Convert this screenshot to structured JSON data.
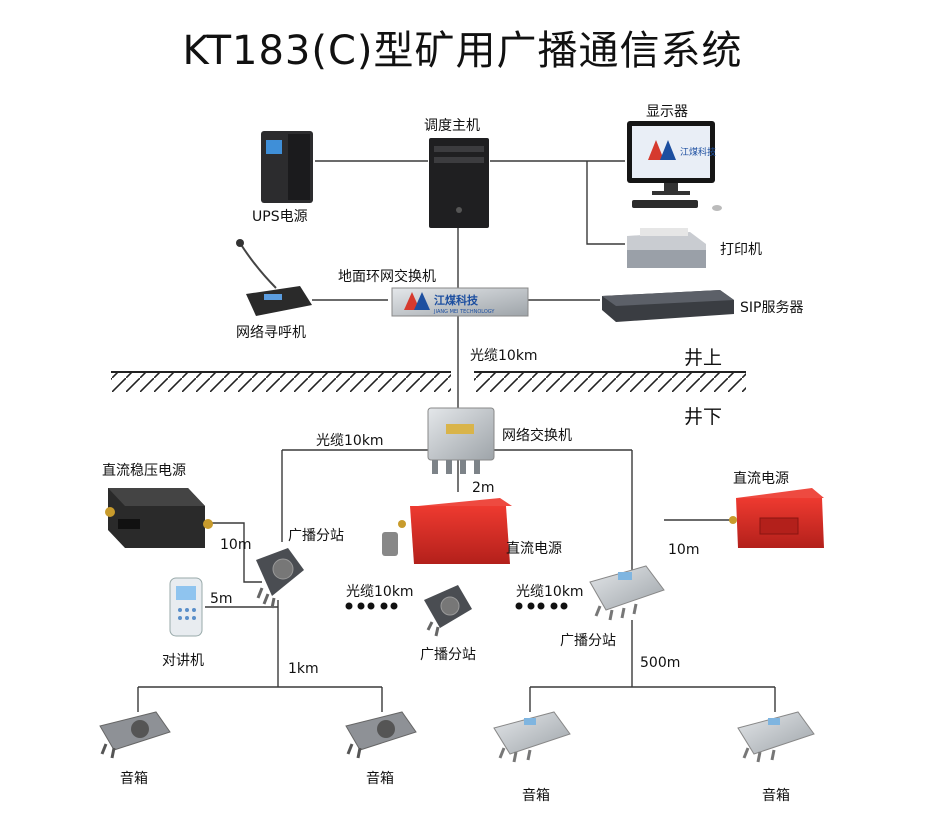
{
  "title": "KT183(C)型矿用广播通信系统",
  "surface": {
    "dispatch_host": "调度主机",
    "ups": "UPS电源",
    "monitor": "显示器",
    "printer": "打印机",
    "ring_switch": "地面环网交换机",
    "paging": "网络寻呼机",
    "sip_server": "SIP服务器",
    "brand_mark": "江煤科技",
    "brand_sub": "JIANG MEI TECHNOLOGY"
  },
  "divider": {
    "above": "井上",
    "below": "井下",
    "trunk_cable": "光缆10km"
  },
  "underground": {
    "net_switch": "网络交换机",
    "left_cable": "光缆10km",
    "cable_2m": "2m",
    "dc_regulated": "直流稳压电源",
    "len_10m_left": "10m",
    "station_left": "广播分站",
    "intercom": "对讲机",
    "len_5m": "5m",
    "len_1km": "1km",
    "dc_center": "直流电源",
    "cable_mid_a": "光缆10km",
    "cable_mid_b": "光缆10km",
    "station_center": "广播分站",
    "dc_right": "直流电源",
    "len_10m_right": "10m",
    "station_right": "广播分站",
    "len_500m": "500m",
    "speaker_1": "音箱",
    "speaker_2": "音箱",
    "speaker_3": "音箱",
    "speaker_4": "音箱"
  },
  "colors": {
    "line": "#3a3a3a",
    "red_device": "#d92a24",
    "steel": "#b9bec2",
    "dark_device": "#2a2a2a",
    "brand_blue": "#1d4fa0"
  }
}
